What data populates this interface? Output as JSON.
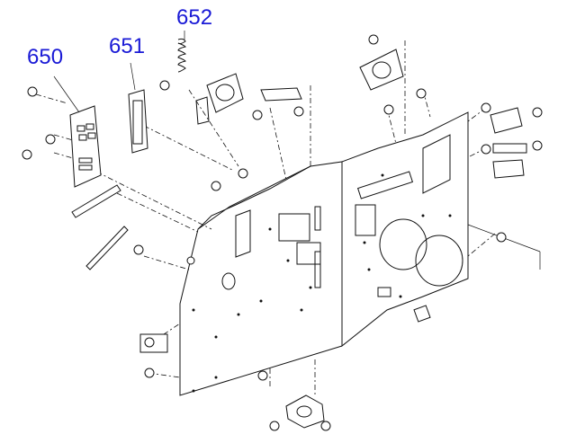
{
  "callouts": [
    {
      "id": "650",
      "label": "650"
    },
    {
      "id": "651",
      "label": "651"
    },
    {
      "id": "652",
      "label": "652"
    }
  ],
  "colors": {
    "callout_text": "#1a1ad6",
    "line_art": "#111111",
    "background": "#ffffff"
  },
  "icons": [
    "screw-icon",
    "spring-icon",
    "bracket-icon",
    "gear-holder-icon"
  ]
}
